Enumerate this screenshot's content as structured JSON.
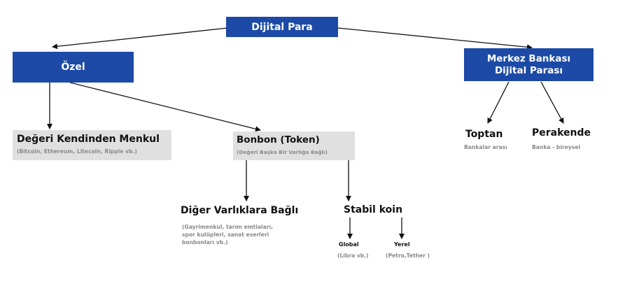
{
  "root": {
    "label": "Dijital Para"
  },
  "left_branch": {
    "label": "Özel",
    "children": [
      {
        "title": "Değeri Kendinden Menkul",
        "subtitle": "(Bitcoin, Ethereum, Litecoin, Ripple vb.)"
      },
      {
        "title": "Bonbon (Token)",
        "subtitle": "(Değeri Başka Bir Varlığa Bağlı)"
      }
    ],
    "token_children": [
      {
        "title": "Diğer Varlıklara Bağlı",
        "subtitle_lines": [
          "(Gayrimenkul, tarım emtiaları,",
          "spor kulüpleri, sanat eserleri",
          "bonbonları vb.)"
        ]
      },
      {
        "title": "Stabil koin"
      }
    ],
    "stablecoin_children": [
      {
        "title": "Global",
        "subtitle": "(Libra vb.)"
      },
      {
        "title": "Yerel",
        "subtitle": "(Petro,Tether )"
      }
    ]
  },
  "right_branch": {
    "label_lines": [
      "Merkez Bankası",
      "Dijital Parası"
    ],
    "children": [
      {
        "title": "Toptan",
        "subtitle": "Bankalar arası"
      },
      {
        "title": "Perakende",
        "subtitle": "Banka - bireysel"
      }
    ]
  },
  "colors": {
    "box_blue": "#1c4aa6",
    "box_grey": "#e0e0e0",
    "subtitle_grey": "#8a8a8a",
    "arrow": "#111111"
  }
}
